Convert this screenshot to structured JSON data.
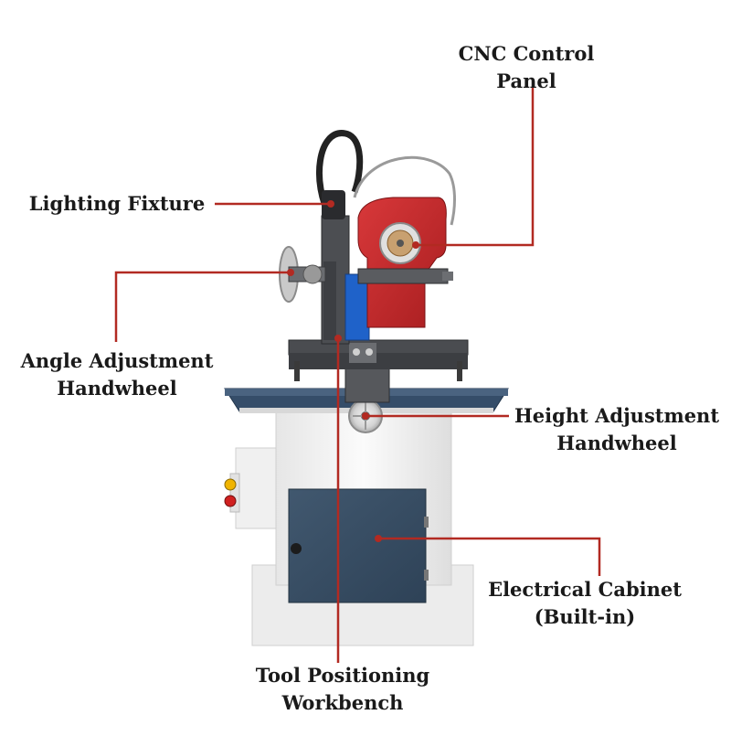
{
  "labels": {
    "cnc_panel": [
      "CNC Control",
      "Panel"
    ],
    "lighting": [
      "Lighting Fixture"
    ],
    "angle_handwheel": [
      "Angle Adjustment",
      "Handwheel"
    ],
    "height_handwheel": [
      "Height Adjustment",
      "Handwheel"
    ],
    "electrical_cabinet": [
      "Electrical Cabinet",
      "(Built-in)"
    ],
    "workbench": [
      "Tool Positioning",
      "Workbench"
    ]
  },
  "colors": {
    "leader_line": "#b22a22",
    "text": "#1a1a1a",
    "grinder_red": "#c0282a",
    "cabinet_blue": "#3a4f66",
    "body_white": "#f4f4f4",
    "machine_dark": "#3a3c40"
  }
}
